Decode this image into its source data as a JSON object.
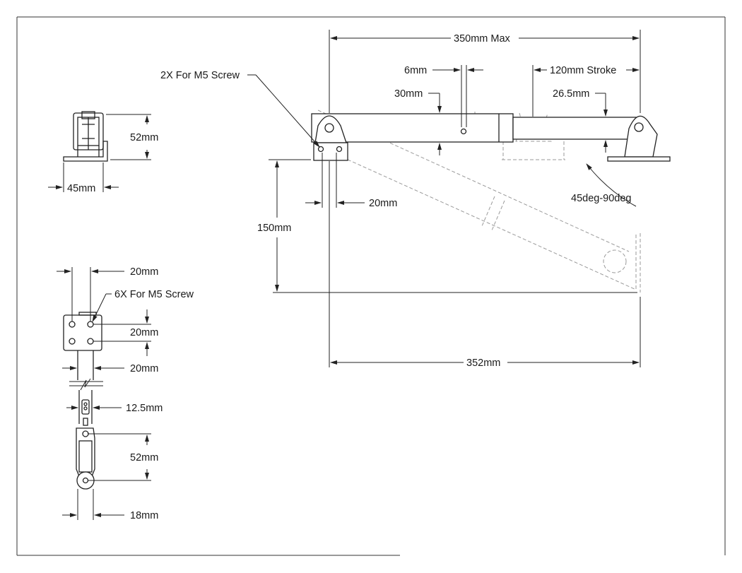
{
  "labels": {
    "max_length": "350mm Max",
    "pin": "6mm",
    "stroke": "120mm Stroke",
    "screw_2x": "2X For M5 Screw",
    "tube_30": "30mm",
    "tube_26": "26.5mm",
    "height_52_top": "52mm",
    "width_45": "45mm",
    "width_20_side": "20mm",
    "angle": "45deg-90deg",
    "height_150": "150mm",
    "span_352": "352mm",
    "plate_20_top": "20mm",
    "screw_6x": "6X For M5 Screw",
    "plate_20_mid": "20mm",
    "rod_20": "20mm",
    "rod_12": "12.5mm",
    "end_52": "52mm",
    "end_18": "18mm"
  }
}
